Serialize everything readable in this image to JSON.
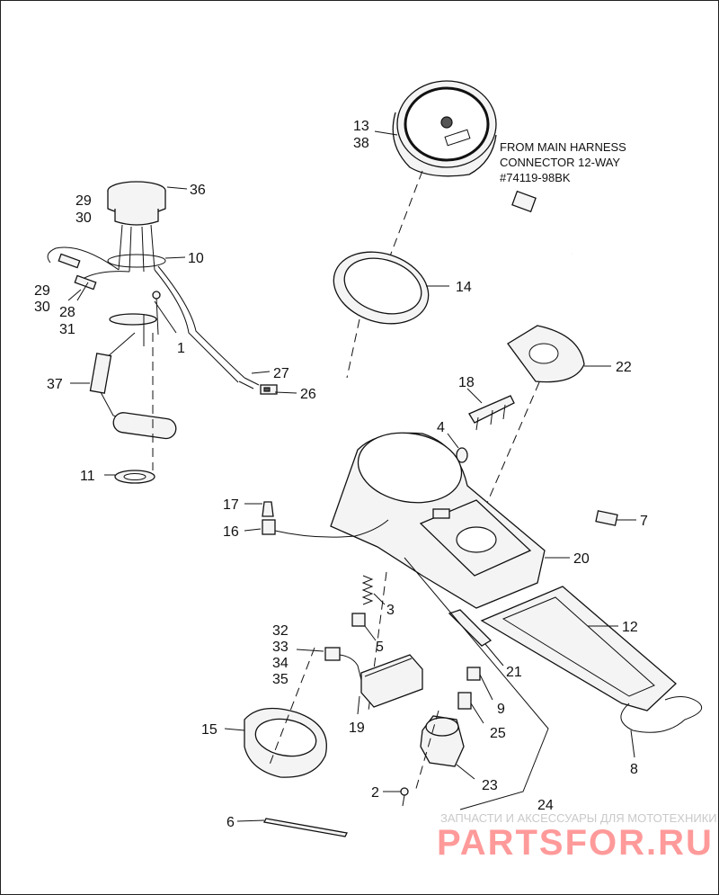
{
  "callouts": {
    "c1": "1",
    "c2": "2",
    "c3": "3",
    "c4": "4",
    "c5": "5",
    "c6": "6",
    "c7": "7",
    "c8": "8",
    "c9": "9",
    "c10": "10",
    "c11": "11",
    "c12": "12",
    "c13": "13",
    "c14": "14",
    "c15": "15",
    "c16": "16",
    "c17": "17",
    "c18": "18",
    "c19": "19",
    "c20": "20",
    "c21": "21",
    "c22": "22",
    "c23": "23",
    "c24": "24",
    "c25": "25",
    "c26": "26",
    "c27": "27",
    "c28": "28",
    "c29": "29",
    "c30": "30",
    "c31": "31",
    "c32": "32",
    "c33": "33",
    "c34": "34",
    "c35": "35",
    "c36": "36",
    "c37": "37",
    "c38": "38"
  },
  "harness_note": {
    "line1": "FROM MAIN HARNESS",
    "line2": "CONNECTOR 12-WAY",
    "line3": "#74119-98BK"
  },
  "watermark": {
    "tagline": "ЗАПЧАСТИ И АКСЕССУАРЫ ДЛЯ МОТОТЕХНИКИ",
    "brand": "PARTSFOR.RU",
    "brand_color": "#ff9a9a"
  }
}
